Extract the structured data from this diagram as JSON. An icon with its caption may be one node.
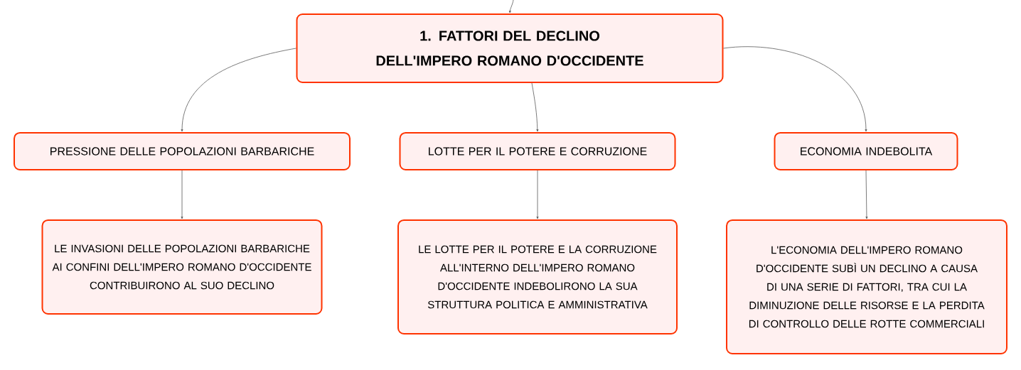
{
  "diagram": {
    "nodes": [
      {
        "text": [
          "1. FATTORI DEL DECLINO DELL'IMPERO ROMANO D'OCCIDENTE"
        ]
      },
      {
        "text": [
          "PRESSIONE DELLE POPOLAZIONI BARBARICHE"
        ]
      },
      {
        "text": [
          "LOTTE PER IL POTERE E CORRUZIONE"
        ]
      },
      {
        "text": [
          "ECONOMIA INDEBOLITA"
        ]
      },
      {
        "text": [
          "LE INVASIONI DELLE POPOLAZIONI BARBARICHE AI CONFINI DELL'IMPERO ROMANO D'OCCIDENTE CONTRIBUIRONO AL SUO DECLINO"
        ]
      },
      {
        "text": [
          "LE LOTTE PER IL POTERE E LA CORRUZIONE ALL'INTERNO DELL'IMPERO ROMANO D'OCCIDENTE INDEBOLIRONO LA SUA STRUTTURA POLITICA E AMMINISTRATIVA"
        ]
      },
      {
        "text": [
          "L'ECONOMIA DELL'IMPERO ROMANO D'OCCIDENTE SUBÌ UN DECLINO A CAUSA DI UNA SERIE DI FATTORI, TRA CUI LA DIMINUZIONE DELLE RISORSE E LA PERDITA DI CONTROLLO DELLE ROTTE COMMERCIALI"
        ]
      }
    ],
    "edges": [
      {
        "from": null,
        "to": 0,
        "arrow": "to"
      },
      {
        "from": 0,
        "to": 1,
        "arrow": "to"
      },
      {
        "from": 0,
        "to": 2,
        "arrow": "to"
      },
      {
        "from": 0,
        "to": 3,
        "arrow": "to"
      },
      {
        "from": 1,
        "to": 4,
        "arrow": "to"
      },
      {
        "from": 2,
        "to": 5,
        "arrow": "to"
      },
      {
        "from": 3,
        "to": 6,
        "arrow": "to"
      }
    ]
  }
}
